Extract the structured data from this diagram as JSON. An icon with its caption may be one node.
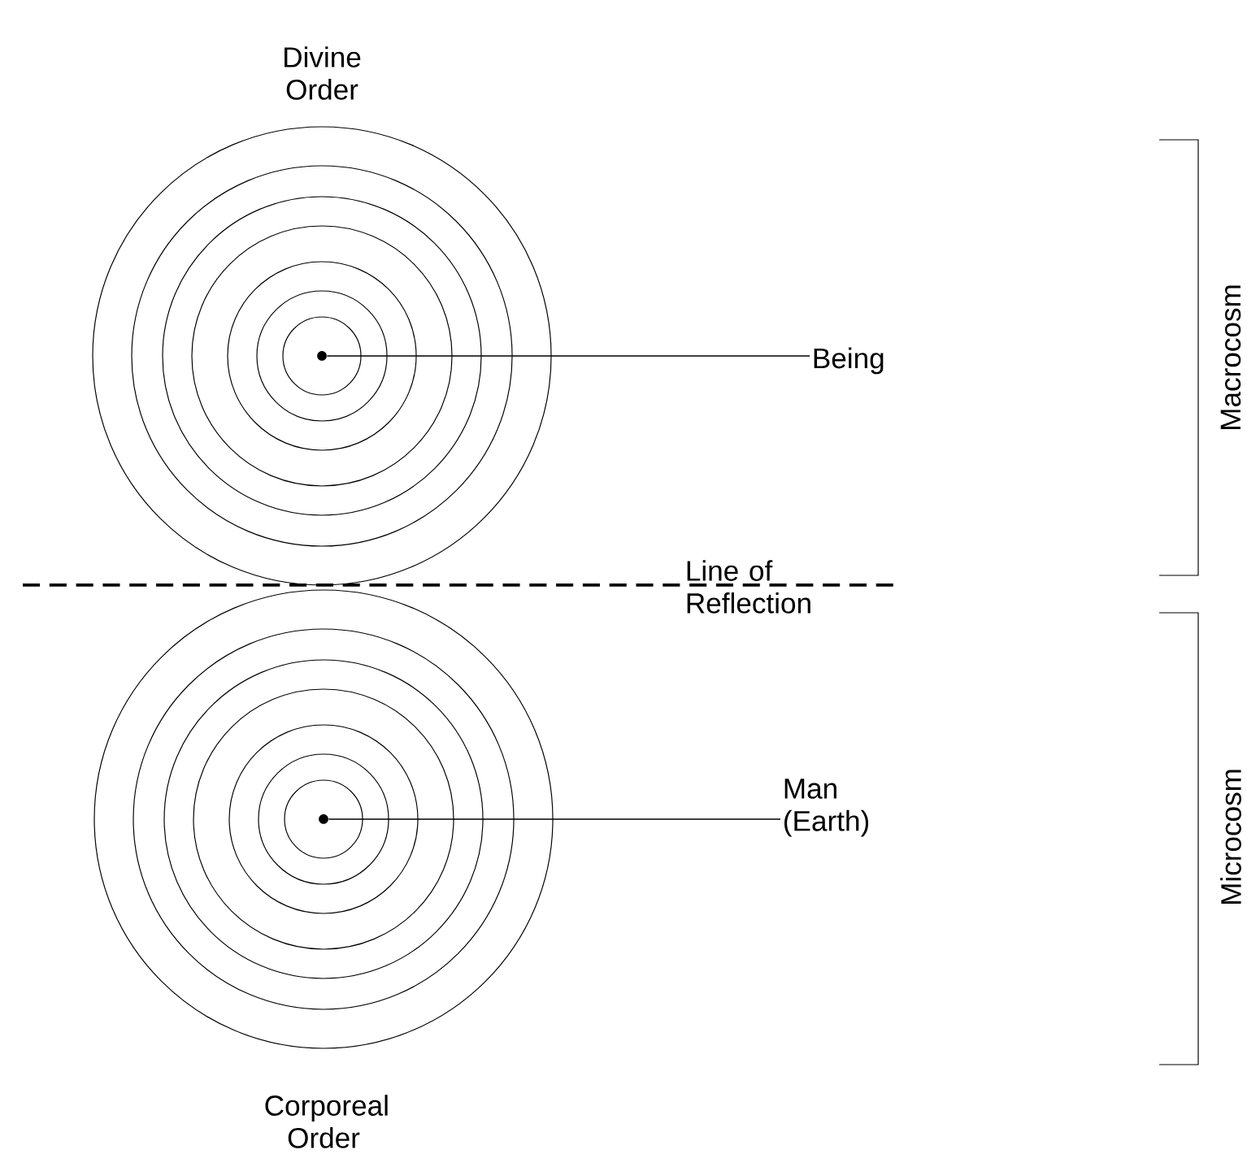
{
  "diagram": {
    "nodes": [
      {
        "text": [],
        "shape": "circle",
        "beside": [
          "Divine Order"
        ]
      },
      {
        "text": [],
        "shape": "circle",
        "in": 0
      },
      {
        "text": [
          "Being"
        ]
      },
      {
        "text": [],
        "shape": "circle",
        "beside": [
          "Corporeal Order"
        ]
      },
      {
        "text": [],
        "shape": "circle",
        "in": 3
      },
      {
        "text": [
          "Man (Earth)"
        ]
      }
    ],
    "edges": [
      {
        "from": 2,
        "to": 1,
        "arrow": "none"
      },
      {
        "from": 5,
        "to": 4,
        "arrow": "none"
      }
    ],
    "labels": [
      "Line of Reflection",
      "Macrocosm",
      "Microcosm"
    ]
  }
}
